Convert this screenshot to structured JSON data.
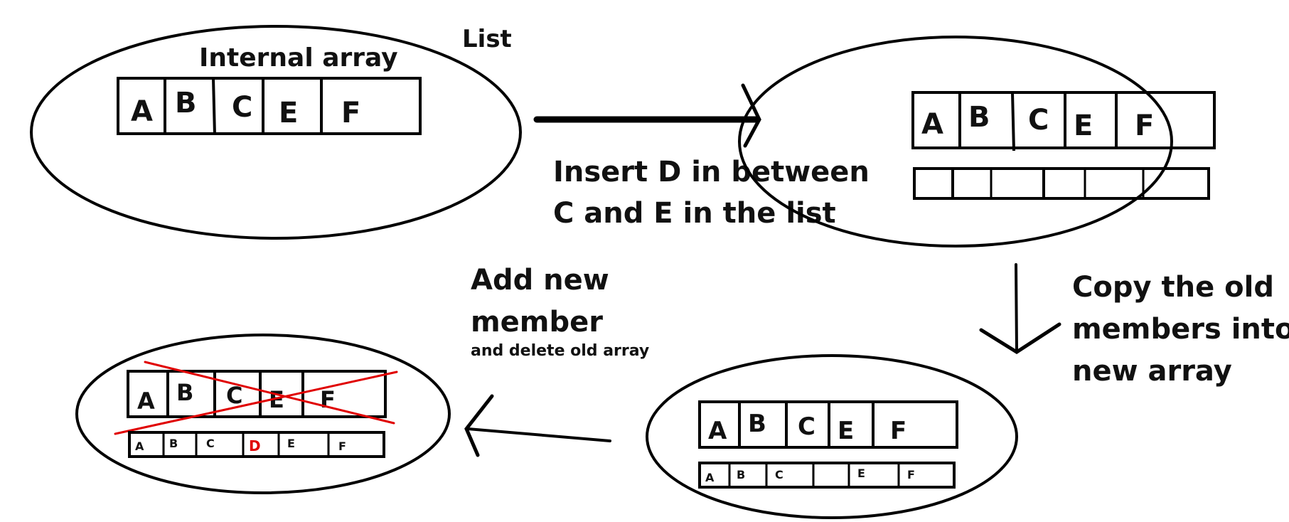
{
  "colors": {
    "ink": "#000000",
    "highlight": "#e00000",
    "background": "#ffffff"
  },
  "labels": {
    "list": "List",
    "internal_array": "Internal array",
    "insert_line1": "Insert D in between",
    "insert_line2": "C and E in the list",
    "copy_line1": "Copy the old",
    "copy_line2": "members into",
    "copy_line3": "new array",
    "add_line1": "Add new",
    "add_line2": "member",
    "add_line3": "and delete old array"
  },
  "stage1": {
    "array": [
      "A",
      "B",
      "C",
      "E",
      "F",
      ""
    ]
  },
  "stage2": {
    "old_array": [
      "A",
      "B",
      "C",
      "E",
      "F",
      ""
    ],
    "new_array": [
      "",
      "",
      "",
      "",
      "",
      ""
    ]
  },
  "stage3": {
    "old_array": [
      "A",
      "B",
      "C",
      "E",
      "F",
      ""
    ],
    "new_array": [
      "A",
      "B",
      "C",
      "",
      "E",
      "F"
    ]
  },
  "stage4": {
    "old_array": [
      "A",
      "B",
      "C",
      "E",
      "F",
      ""
    ],
    "old_array_deleted": true,
    "new_array": [
      "A",
      "B",
      "C",
      "D",
      "E",
      "F"
    ],
    "inserted_item": "D"
  }
}
